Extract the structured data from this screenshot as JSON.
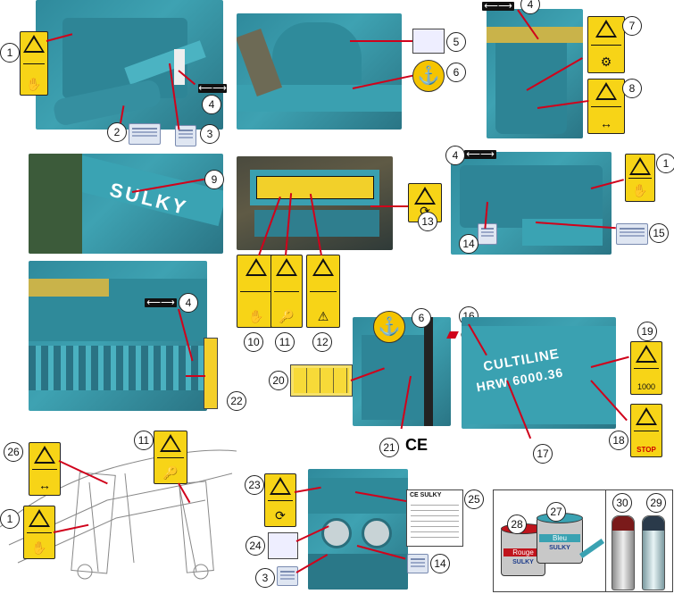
{
  "callouts": {
    "c1a": "1",
    "c2": "2",
    "c3a": "3",
    "c4a": "4",
    "c5": "5",
    "c6a": "6",
    "c4b": "4",
    "c7": "7",
    "c8": "8",
    "c9": "9",
    "c13": "13",
    "c4c": "4",
    "c1b": "1",
    "c14a": "14",
    "c15": "15",
    "c4d": "4",
    "c10": "10",
    "c11a": "11",
    "c12": "12",
    "c6b": "6",
    "c16": "16",
    "c19": "19",
    "c20": "20",
    "c22": "22",
    "c21": "21",
    "c17": "17",
    "c18": "18",
    "c26": "26",
    "c11b": "11",
    "c1c": "1",
    "c23": "23",
    "c25": "25",
    "c24": "24",
    "c3b": "3",
    "c14b": "14",
    "c28": "28",
    "c27": "27",
    "c30": "30",
    "c29": "29"
  },
  "labels": {
    "brand": "CULTILINE",
    "machine_brand": "SULKY",
    "model": "HRW 6000.36",
    "ce_mark": "CE",
    "stop": "STOP",
    "speed": "1000",
    "paint_red": "Rouge",
    "paint_blue": "Bleu",
    "paint_brand": "SULKY",
    "doc_title": "CE SULKY"
  },
  "colors": {
    "machine": "#3ea2b2",
    "warning": "#f7d417",
    "leader": "#d0021b"
  }
}
